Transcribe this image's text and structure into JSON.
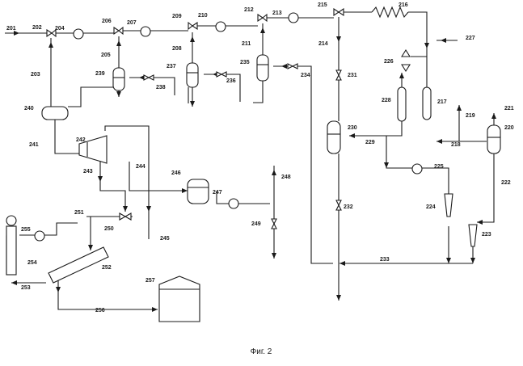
{
  "figure": {
    "caption": "Фиг. 2",
    "labels": [
      "201",
      "202",
      "203",
      "204",
      "205",
      "206",
      "207",
      "208",
      "209",
      "210",
      "211",
      "212",
      "213",
      "214",
      "215",
      "216",
      "217",
      "218",
      "219",
      "220",
      "221",
      "222",
      "223",
      "224",
      "225",
      "226",
      "227",
      "228",
      "229",
      "230",
      "231",
      "232",
      "233",
      "234",
      "235",
      "236",
      "237",
      "238",
      "239",
      "240",
      "241",
      "242",
      "243",
      "244",
      "245",
      "246",
      "247",
      "248",
      "249",
      "250",
      "251",
      "252",
      "253",
      "254",
      "255",
      "256",
      "257"
    ]
  }
}
